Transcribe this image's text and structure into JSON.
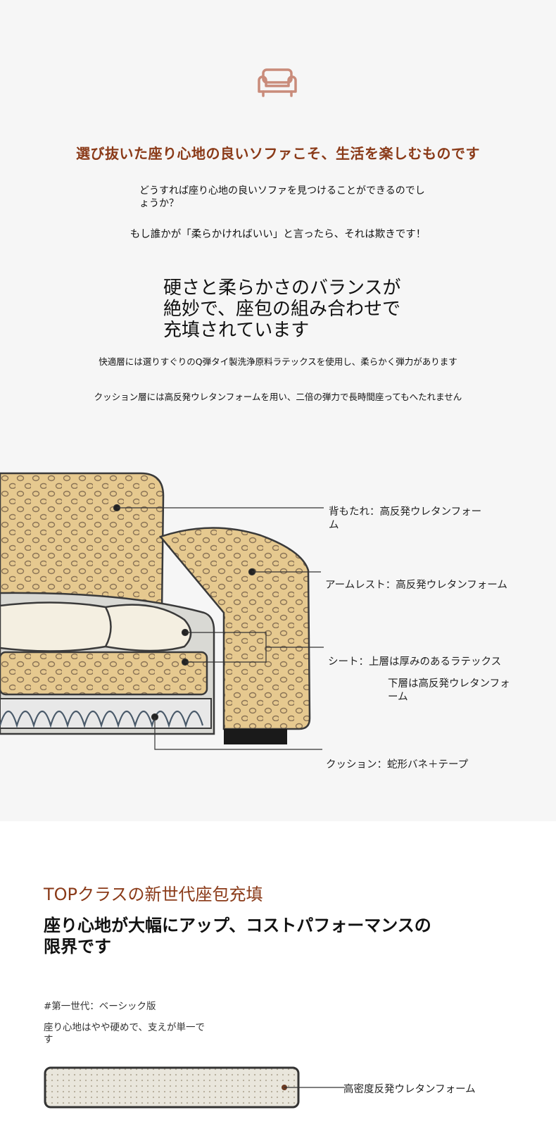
{
  "icons": {
    "sofa": "sofa-icon"
  },
  "colors": {
    "accent_brown": "#8a3a18",
    "fabric": "#e6c98f",
    "background": "#f6f6f6"
  },
  "intro": {
    "headline": "選び抜いた座り心地の良いソファこそ、生活を楽しむものです",
    "question": "どうすれば座り心地の良いソファを見つけることができるのでしょうか？",
    "claim": "もし誰かが「柔らかければいい」と言ったら、それは欺きです！"
  },
  "balance": {
    "title": "硬さと柔らかさのバランスが絶妙で、座包の組み合わせで充填されています",
    "line1": "快適層には選りすぐりのQ弾タイ製洗浄原料ラテックスを使用し、柔らかく弾力があります",
    "line2": "クッション層には高反発ウレタンフォームを用い、二倍の弾力で長時間座ってもへたれません"
  },
  "diagram": {
    "backrest": "背もたれ：高反発ウレタンフォーム",
    "armrest": "アームレスト：高反発ウレタンフォーム",
    "seat_upper": "シート：上層は厚みのあるラテックス",
    "seat_lower": "下層は高反発ウレタンフォーム",
    "cushion": "クッション：蛇形バネ＋テープ"
  },
  "generations": {
    "section_title": "TOPクラスの新世代座包充填",
    "subtitle": "座り心地が大幅にアップ、コストパフォーマンスの限界です",
    "first_label": "#第一世代：ベーシック版",
    "first_desc": "座り心地はやや硬めで、支えが単一です",
    "foam_label": "高密度反発ウレタンフォーム"
  }
}
